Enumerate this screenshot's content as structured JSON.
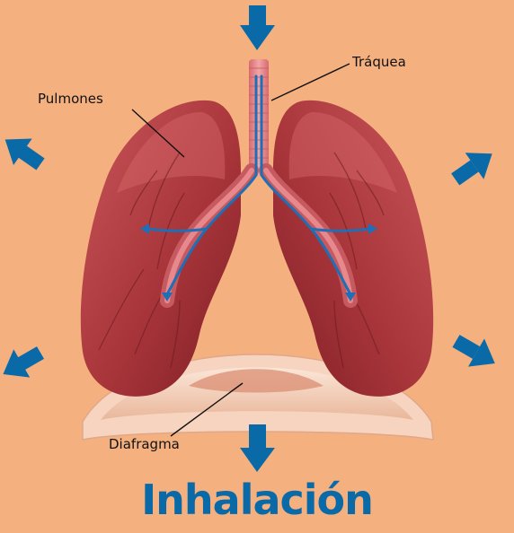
{
  "labels": {
    "trachea": "Tráquea",
    "lungs": "Pulmones",
    "diaphragm": "Diafragma"
  },
  "title": "Inhalación",
  "colors": {
    "background": "#f4b17f",
    "arrow": "#0a6aa8",
    "lung": "#a8353a",
    "lung_dark": "#7d1f26",
    "diaphragm": "#f8d9c4",
    "trachea": "#e8878b",
    "airway_line": "#1e6fb5"
  }
}
